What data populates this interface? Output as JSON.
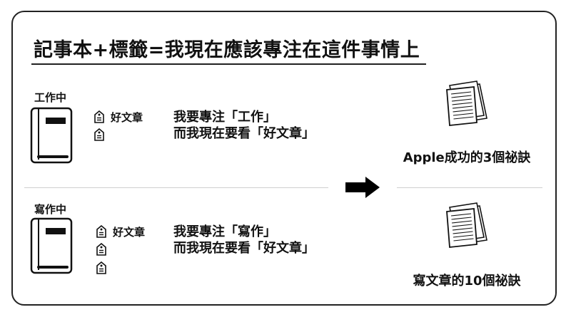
{
  "title": "記事本+標籤=我現在應該專注在這件事情上",
  "rows": [
    {
      "notebook_label": "工作中",
      "tag_name": "好文章",
      "line1": "我要專注「工作」",
      "line2": "而我現在要看「好文章」",
      "result": "Apple成功的3個祕訣"
    },
    {
      "notebook_label": "寫作中",
      "tag_name": "好文章",
      "line1": "我要專注「寫作」",
      "line2": "而我現在要看「好文章」",
      "result": "寫文章的10個祕訣"
    }
  ],
  "icons": {
    "notebook": "notebook-icon",
    "tag": "tag-icon",
    "arrow": "right-arrow-icon",
    "documents": "documents-stack-icon"
  },
  "colors": {
    "ink": "#111111",
    "frame": "#222222",
    "divider": "#cfcfcf"
  }
}
